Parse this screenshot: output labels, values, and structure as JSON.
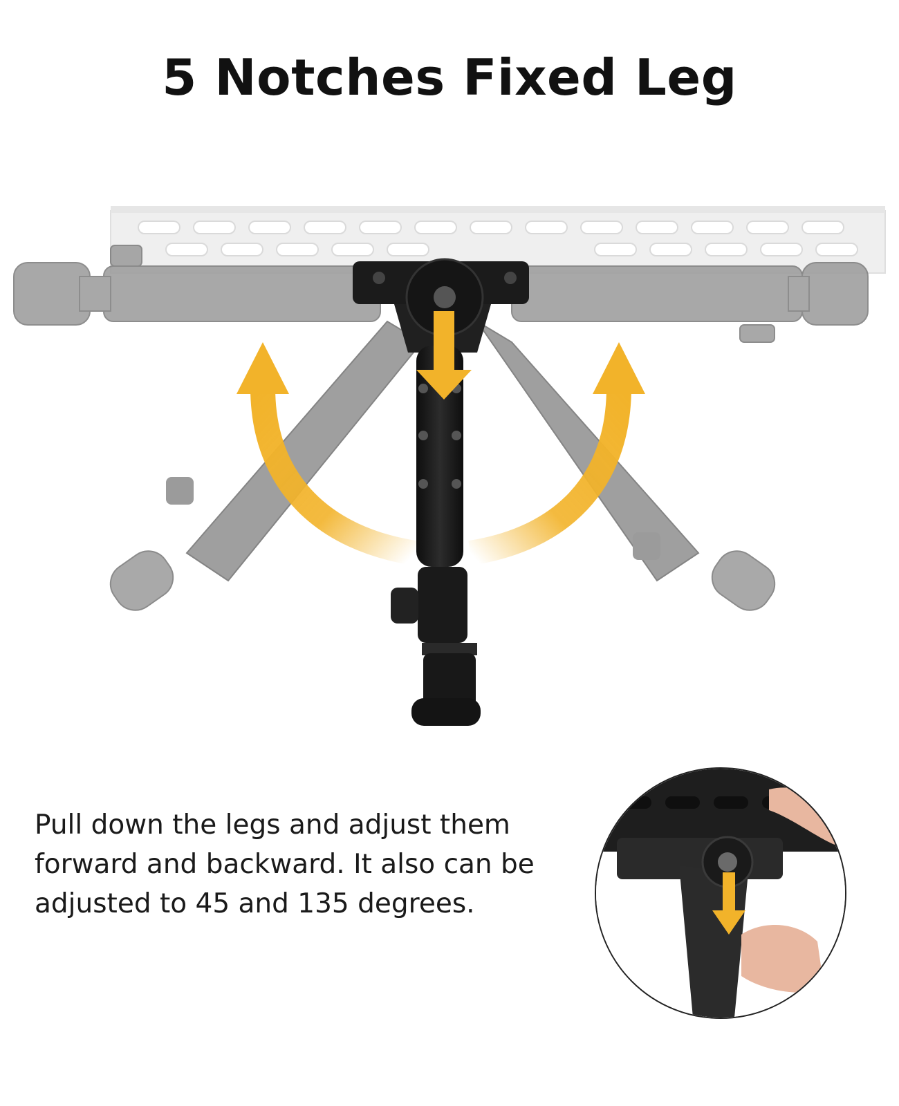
{
  "title": "5 Notches Fixed Leg",
  "description": "Pull down the legs and adjust them forward and backward. It also can be adjusted to 45 and 135 degrees.",
  "colors": {
    "accent": "#F2B32A",
    "ghost_rail": "#e8e8e8",
    "ghost_leg": "#8a8a8a",
    "metal": "#1c1c1c"
  },
  "icons": {
    "left_arc": "curved-arrow-up-left",
    "right_arc": "curved-arrow-up-right",
    "down": "arrow-down"
  }
}
